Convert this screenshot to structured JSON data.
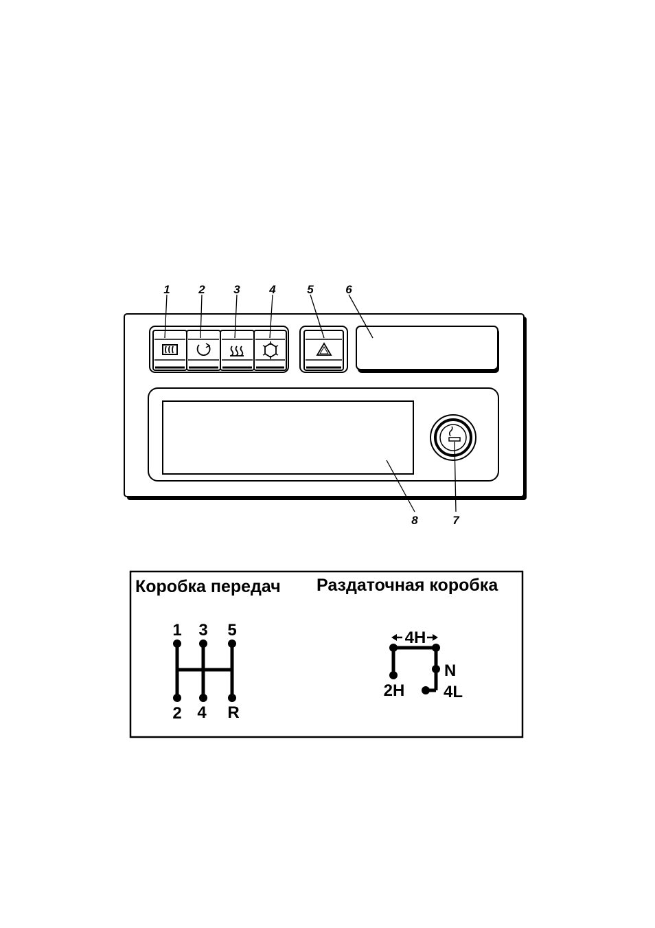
{
  "panel": {
    "callouts": [
      "1",
      "2",
      "3",
      "4",
      "5",
      "6",
      "7",
      "8"
    ],
    "buttons": [
      {
        "label": "1",
        "icon": "rear-window-heater-icon"
      },
      {
        "label": "2",
        "icon": "air-recirculation-icon"
      },
      {
        "label": "3",
        "icon": "windshield-heater-icon"
      },
      {
        "label": "4",
        "icon": "air-conditioner-icon"
      },
      {
        "label": "5",
        "icon": "hazard-warning-icon"
      }
    ],
    "lighter_icon": "cigarette-lighter-icon"
  },
  "shift_diagram": {
    "gearbox_title": "Коробка передач",
    "transfer_title": "Раздаточная  коробка",
    "gearbox_top": [
      "1",
      "3",
      "5"
    ],
    "gearbox_bottom": [
      "2",
      "4",
      "R"
    ],
    "transfer_labels": {
      "high": "4H",
      "two_high": "2H",
      "neutral": "N",
      "low": "4L"
    }
  }
}
